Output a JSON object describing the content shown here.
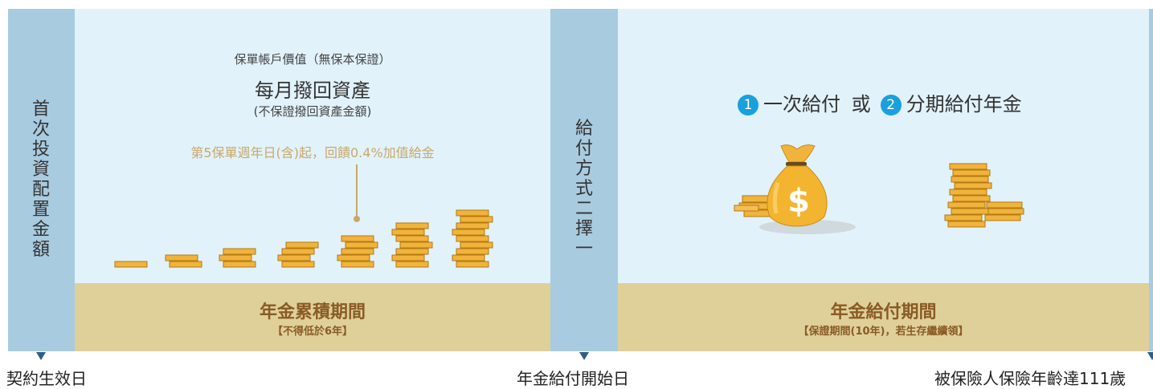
{
  "left_bar_label": "首次投資配置金額",
  "middle_bar_label": "給付方式二擇一",
  "accumulation": {
    "account_value_label": "保單帳戶價值（無保本保證）",
    "monthly_title": "每月撥回資產",
    "monthly_note": "(不保證撥回資產金額)",
    "bonus_note": "第5保單週年日(含)起，回饋0.4%加值給金",
    "band_title": "年金累積期間",
    "band_subtitle": "【不得低於6年】"
  },
  "payout": {
    "option1_num": "1",
    "option1_label": "一次給付",
    "or_label": "或",
    "option2_num": "2",
    "option2_label": "分期給付年金",
    "band_title": "年金給付期間",
    "band_subtitle": "【保證期間(10年)，若生存繼續領】"
  },
  "timeline": {
    "start": "契約生效日",
    "payout_start": "年金給付開始日",
    "end": "被保險人保險年齡達111歲"
  },
  "colors": {
    "bar_blue": "#a9cbe0",
    "panel": "#e1f2fa",
    "band": "#dfd09a",
    "band_text": "#8a5b25",
    "bonus_text": "#c9a86a",
    "coin": "#f0b33c",
    "coin_edge": "#b47a12",
    "badge": "#1aa0dc",
    "marker": "#2b5f86"
  },
  "icons": [
    "coin-stack-icon",
    "money-bag-icon",
    "dollar-sign-icon"
  ]
}
